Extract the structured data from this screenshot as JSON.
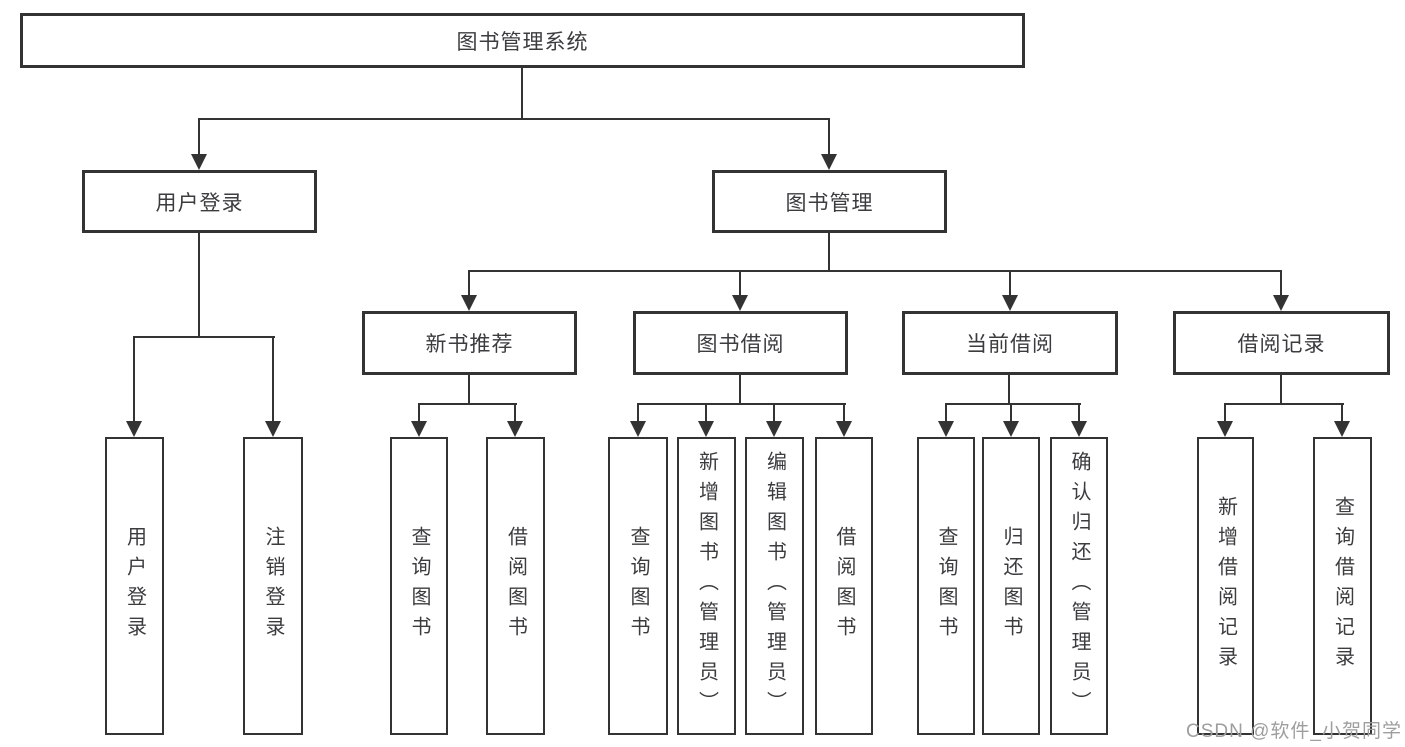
{
  "colors": {
    "line": "#333333",
    "box_border": "#333333",
    "text": "#3c3c3f",
    "watermark": "#9e9e9e",
    "background": "#ffffff"
  },
  "tree": {
    "root": {
      "label": "图书管理系统",
      "children": [
        {
          "label": "用户登录",
          "children": [
            {
              "label": "用户登录"
            },
            {
              "label": "注销登录"
            }
          ]
        },
        {
          "label": "图书管理",
          "children": [
            {
              "label": "新书推荐",
              "children": [
                {
                  "label": "查询图书"
                },
                {
                  "label": "借阅图书"
                }
              ]
            },
            {
              "label": "图书借阅",
              "children": [
                {
                  "label": "查询图书"
                },
                {
                  "label": "新增图书（管理员）"
                },
                {
                  "label": "编辑图书（管理员）"
                },
                {
                  "label": "借阅图书"
                }
              ]
            },
            {
              "label": "当前借阅",
              "children": [
                {
                  "label": "查询图书"
                },
                {
                  "label": "归还图书"
                },
                {
                  "label": "确认归还（管理员）"
                }
              ]
            },
            {
              "label": "借阅记录",
              "children": [
                {
                  "label": "新增借阅记录"
                },
                {
                  "label": "查询借阅记录"
                }
              ]
            }
          ]
        }
      ]
    }
  },
  "watermark": {
    "text": "CSDN @软件_小贺同学"
  }
}
